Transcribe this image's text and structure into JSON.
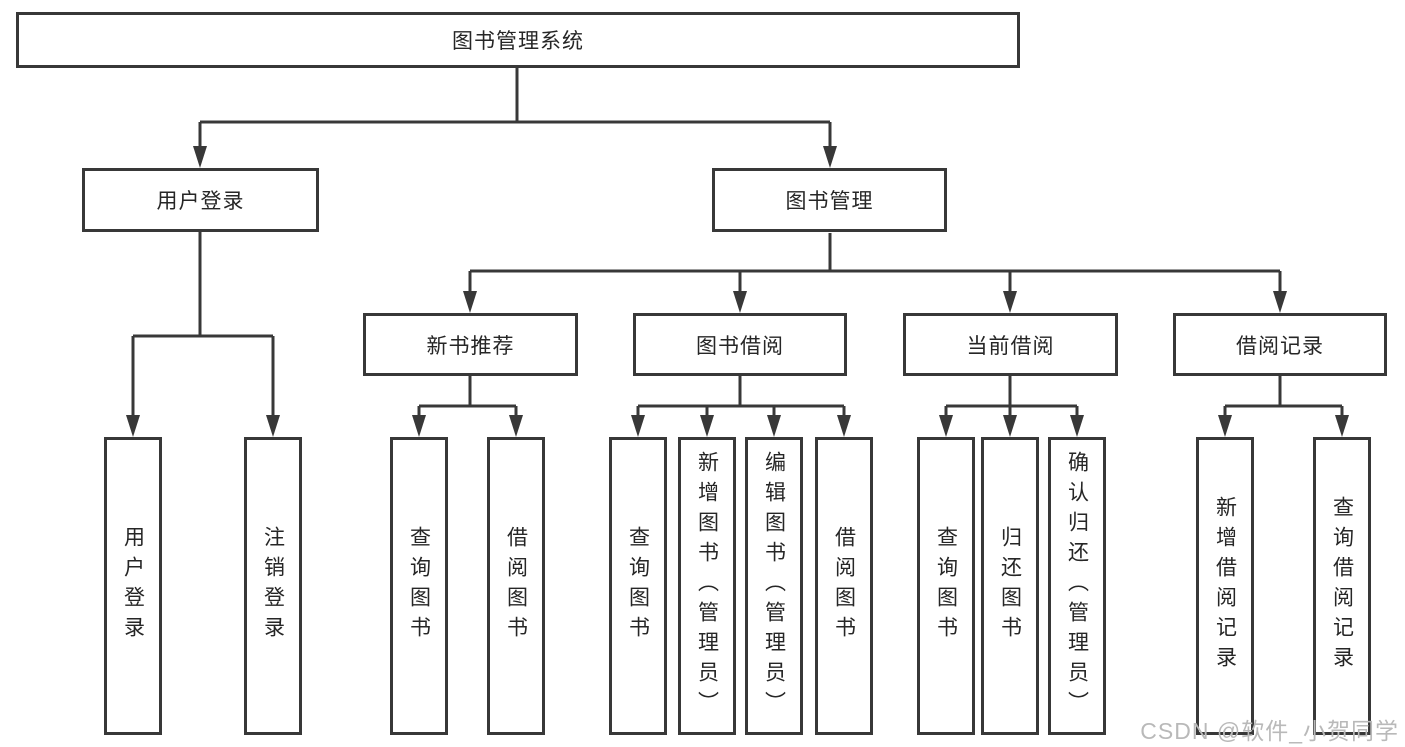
{
  "colors": {
    "line": "#383838",
    "box_border": "#383838",
    "text": "#262626",
    "watermark": "#b9b9b9",
    "background": "#ffffff"
  },
  "tree": {
    "root": {
      "label": "图书管理系统"
    },
    "branches": [
      {
        "label": "用户登录",
        "children": [
          {
            "label": "用户登录"
          },
          {
            "label": "注销登录"
          }
        ]
      },
      {
        "label": "图书管理",
        "children": [
          {
            "label": "新书推荐",
            "children": [
              {
                "label": "查询图书"
              },
              {
                "label": "借阅图书"
              }
            ]
          },
          {
            "label": "图书借阅",
            "children": [
              {
                "label": "查询图书"
              },
              {
                "label": "新增图书（管理员）"
              },
              {
                "label": "编辑图书（管理员）"
              },
              {
                "label": "借阅图书"
              }
            ]
          },
          {
            "label": "当前借阅",
            "children": [
              {
                "label": "查询图书"
              },
              {
                "label": "归还图书"
              },
              {
                "label": "确认归还（管理员）"
              }
            ]
          },
          {
            "label": "借阅记录",
            "children": [
              {
                "label": "新增借阅记录"
              },
              {
                "label": "查询借阅记录"
              }
            ]
          }
        ]
      }
    ]
  },
  "watermark": {
    "text": "CSDN @软件_小贺同学"
  }
}
